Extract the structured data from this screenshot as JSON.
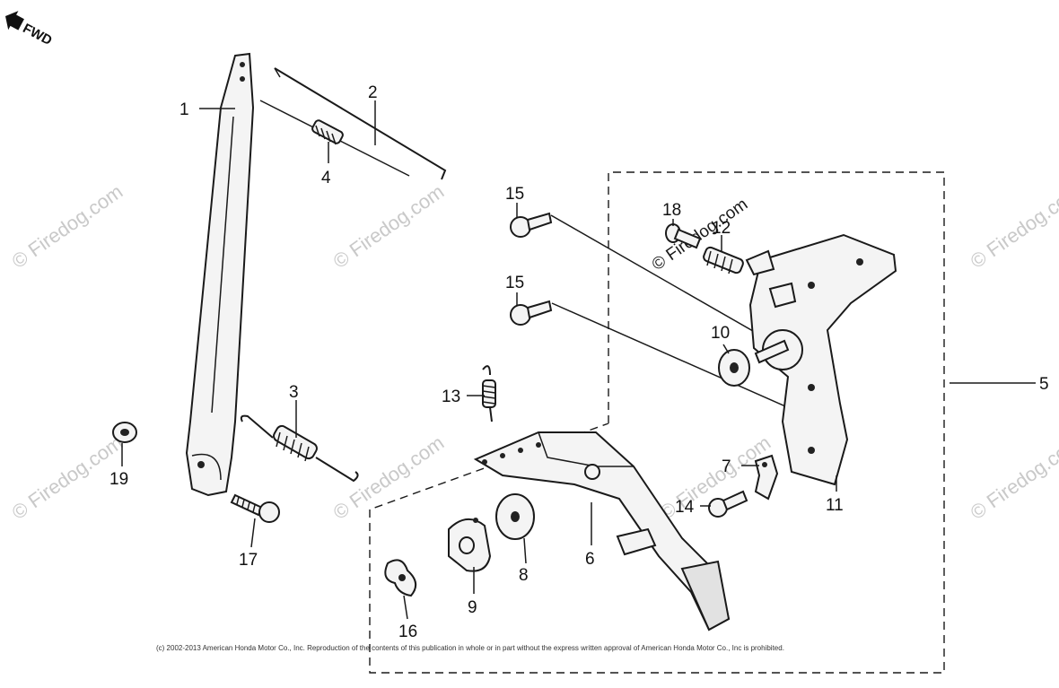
{
  "orientation": {
    "label": "FWD",
    "icon": "forward-arrow-icon"
  },
  "callouts": [
    {
      "id": "1",
      "text": "1"
    },
    {
      "id": "2",
      "text": "2"
    },
    {
      "id": "3",
      "text": "3"
    },
    {
      "id": "4",
      "text": "4"
    },
    {
      "id": "5",
      "text": "5"
    },
    {
      "id": "6",
      "text": "6"
    },
    {
      "id": "7",
      "text": "7"
    },
    {
      "id": "8",
      "text": "8"
    },
    {
      "id": "9",
      "text": "9"
    },
    {
      "id": "10",
      "text": "10"
    },
    {
      "id": "11",
      "text": "11"
    },
    {
      "id": "12",
      "text": "12"
    },
    {
      "id": "13",
      "text": "13"
    },
    {
      "id": "14",
      "text": "14"
    },
    {
      "id": "15a",
      "text": "15"
    },
    {
      "id": "15b",
      "text": "15"
    },
    {
      "id": "16",
      "text": "16"
    },
    {
      "id": "17",
      "text": "17"
    },
    {
      "id": "18",
      "text": "18"
    },
    {
      "id": "19",
      "text": "19"
    }
  ],
  "watermark": {
    "text": "© Firedog.com"
  },
  "copyright": {
    "text": "(c) 2002-2013 American Honda Motor Co., Inc. Reproduction of the contents of this publication in whole or in part without the express written approval of American Honda Motor Co., Inc is prohibited."
  }
}
